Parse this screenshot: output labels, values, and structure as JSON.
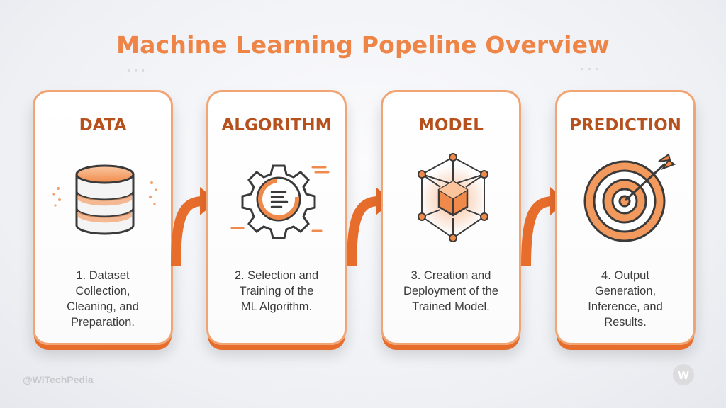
{
  "title": "Machine Learning Popeline Overview",
  "colors": {
    "accent": "#ee8446",
    "title_dark": "#b6511d",
    "border": "#f2a574",
    "shadow": "#e76d2c",
    "icon_stroke": "#3a3a3a"
  },
  "cards": [
    {
      "title": "DATA",
      "icon": "database-icon",
      "desc": [
        "1. Dataset",
        "Collection,",
        "Cleaning, and",
        "Preparation."
      ]
    },
    {
      "title": "ALGORITHM",
      "icon": "gear-code-icon",
      "desc": [
        "2. Selection and",
        "Training of the",
        "ML Algorithm."
      ]
    },
    {
      "title": "MODEL",
      "icon": "network-cube-icon",
      "desc": [
        "3. Creation and",
        "Deployment of the",
        "Trained Model."
      ]
    },
    {
      "title": "PREDICTION",
      "icon": "target-arrow-icon",
      "desc": [
        "4. Output",
        "Generation,",
        "Inference, and",
        "Results."
      ]
    }
  ],
  "watermark": {
    "handle": "@WiTechPedia",
    "logo_letter": "W"
  }
}
